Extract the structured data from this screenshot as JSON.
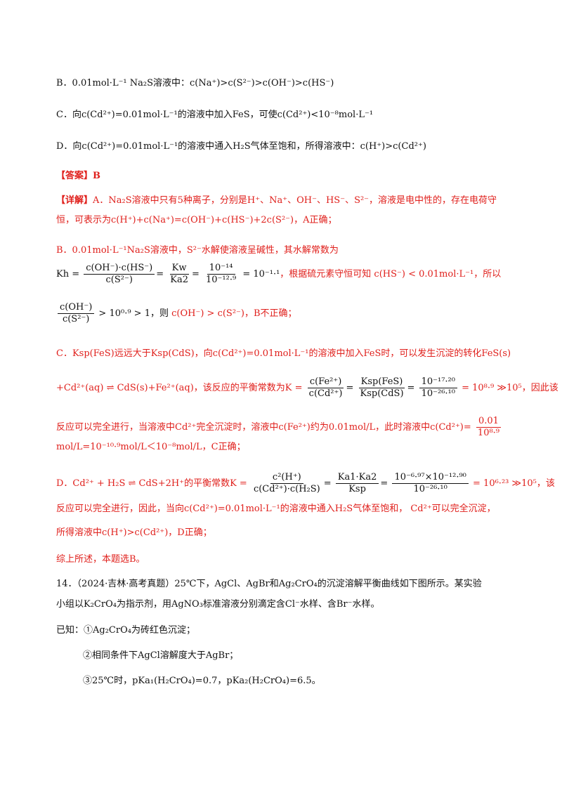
{
  "options": {
    "B": "B．0.01mol·L⁻¹ Na₂S溶液中：c(Na⁺)>c(S²⁻)>c(OH⁻)>c(HS⁻)",
    "C": "C．向c(Cd²⁺)=0.01mol·L⁻¹的溶液中加入FeS，可使c(Cd²⁺)<10⁻⁸mol·L⁻¹",
    "D": "D．向c(Cd²⁺)=0.01mol·L⁻¹的溶液中通入H₂S气体至饱和，所得溶液中：c(H⁺)>c(Cd²⁺)"
  },
  "answer": {
    "label": "【答案】",
    "value": "B"
  },
  "explanation": {
    "label": "【详解】",
    "a_line1": "A．Na₂S溶液中只有5种离子，分别是H⁺、Na⁺、OH⁻、HS⁻、S²⁻，溶液是电中性的，存在电荷守",
    "a_line2": "恒，可表示为c(H⁺)+c(Na⁺)=c(OH⁻)+c(HS⁻)+2c(S²⁻)，A正确；",
    "b_line1": "B．0.01mol·L⁻¹Na₂S溶液中，S²⁻水解使溶液呈碱性，其水解常数为",
    "b_kh_label": "Kh =",
    "b_f1_num": "c(OH⁻)·c(HS⁻)",
    "b_f1_den": "c(S²⁻)",
    "b_f2_num": "Kw",
    "b_f2_den": "Ka2",
    "b_f3_num": "10⁻¹⁴",
    "b_f3_den": "10⁻¹²·⁹",
    "b_kh_value": "= 10⁻¹·¹",
    "b_line2_tail": "，根据硫元素守恒可知 c(HS⁻) < 0.01mol·L⁻¹，所以",
    "b_f4_num": "c(OH⁻)",
    "b_f4_den": "c(S²⁻)",
    "b_ineq": "> 10⁰·⁹ > 1，则",
    "b_concl": "c(OH⁻) > c(S²⁻)，B不正确；",
    "c_line1": "C．Ksp(FeS)远远大于Ksp(CdS)，向c(Cd²⁺)=0.01mol·L⁻¹的溶液中加入FeS时，可以发生沉淀的转化FeS(s)",
    "c_line2_head": "+Cd²⁺(aq) ⇌ CdS(s)+Fe²⁺(aq)，该反应的平衡常数为K =",
    "c_f1_num": "c(Fe²⁺)",
    "c_f1_den": "c(Cd²⁺)",
    "c_f2_num": "Ksp(FeS)",
    "c_f2_den": "Ksp(CdS)",
    "c_f3_num": "10⁻¹⁷·²⁰",
    "c_f3_den": "10⁻²⁶·¹⁰",
    "c_line2_tail": "= 10⁸·⁹ ≫10⁵，因此该",
    "c_line3_head": "反应可以完全进行，当溶液中Cd²⁺完全沉淀时，溶液中c(Fe²⁺)约为0.01mol/L，此时溶液中c(Cd²⁺)=",
    "c_f4_num": "0.01",
    "c_f4_den": "10⁸·⁹",
    "c_line4": "mol/L=10⁻¹⁰·⁹mol/L＜10⁻⁸mol/L，C正确；",
    "d_head": "D．Cd²⁺ + H₂S ⇌ CdS+2H⁺的平衡常数K =",
    "d_f1_num": "c²(H⁺)",
    "d_f1_den": "c(Cd²⁺)·c(H₂S)",
    "d_f2_num": "Ka1·Ka2",
    "d_f2_den": "Ksp",
    "d_f3_num": "10⁻⁶·⁹⁷×10⁻¹²·⁹⁰",
    "d_f3_den": "10⁻²⁶·¹⁰",
    "d_tail": "= 10⁶·²³ ≫10⁵，该",
    "d_line2": "反应可以完全进行，因此，当向c(Cd²⁺)=0.01mol·L⁻¹的溶液中通入H₂S气体至饱和， Cd²⁺可以完全沉淀，",
    "d_line3": "所得溶液中c(H⁺)>c(Cd²⁺)，D正确；",
    "summary": "综上所述，本题选B。"
  },
  "q14": {
    "line1": "14．（2024·吉林·高考真题）25℃下，AgCl、AgBr和Ag₂CrO₄的沉淀溶解平衡曲线如下图所示。某实验",
    "line2": "小组以K₂CrO₄为指示剂，用AgNO₃标准溶液分别滴定含Cl⁻水样、含Br⁻水样。",
    "known": "已知：①Ag₂CrO₄为砖红色沉淀；",
    "k2": "②相同条件下AgCl溶解度大于AgBr；",
    "k3": "③25℃时，pKa₁(H₂CrO₄)=0.7，pKa₂(H₂CrO₄)=6.5。"
  }
}
